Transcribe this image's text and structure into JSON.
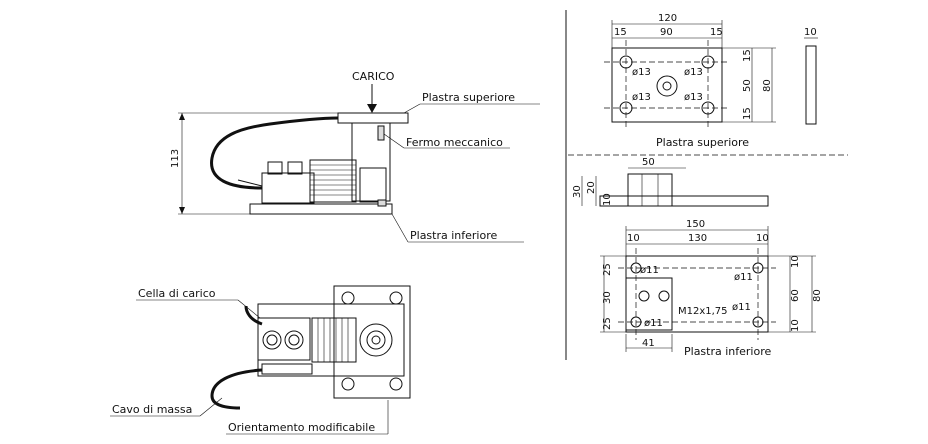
{
  "side_view": {
    "load_label": "CARICO",
    "top_plate": "Plastra superiore",
    "stop": "Fermo meccanico",
    "bottom_plate": "Plastra inferiore",
    "height": "113"
  },
  "top_view": {
    "load_cell": "Cella di carico",
    "ground_cable": "Cavo di massa",
    "orientation": "Orientamento modificabile"
  },
  "upper_plate": {
    "caption": "Plastra superiore",
    "w_total": "120",
    "w_mid": "90",
    "w_left": "15",
    "w_right": "15",
    "h_total": "80",
    "h_mid": "50",
    "h_top": "15",
    "h_bot": "15",
    "hole1": "ø13",
    "hole2": "ø13",
    "hole3": "ø13",
    "hole4": "ø13",
    "thickness": "10"
  },
  "profile": {
    "width": "50",
    "h_total": "30",
    "h_mid": "20",
    "h_low": "10"
  },
  "lower_plate": {
    "caption": "Plastra inferiore",
    "w_total": "150",
    "w_mid": "130",
    "w_left": "10",
    "w_right": "10",
    "h_total": "80",
    "h_mid": "60",
    "h_top": "10",
    "h_bot": "10",
    "left_top": "25",
    "left_mid": "30",
    "left_bot": "25",
    "bottom_offset": "41",
    "hole1": "ø11",
    "hole2": "ø11",
    "hole3": "ø11",
    "hole4": "ø11",
    "thread": "M12x1,75"
  }
}
